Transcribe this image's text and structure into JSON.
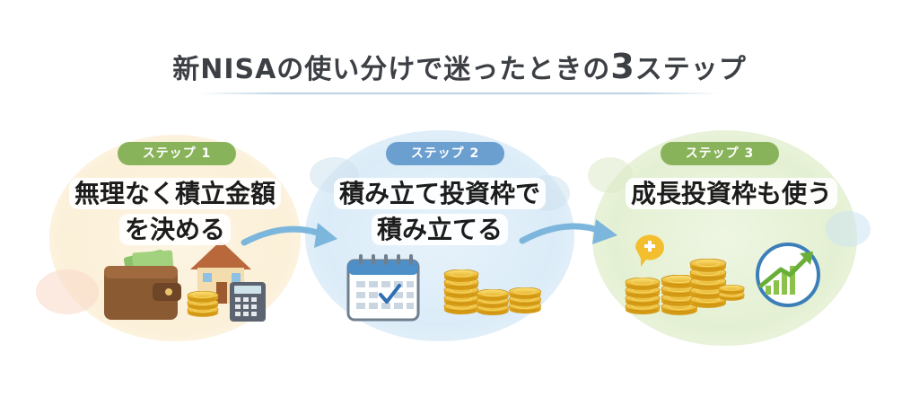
{
  "title": {
    "main": "新NISAの使い分けで迷ったときの",
    "number": "3",
    "suffix": "ステップ"
  },
  "steps": [
    {
      "badge": "ステップ 1",
      "line1": "無理なく積立金額",
      "line2": "を決める"
    },
    {
      "badge": "ステップ 2",
      "line1": "積み立て投資枠で",
      "line2": "積み立てる"
    },
    {
      "badge": "ステップ 3",
      "line1": "成長投資枠も使う",
      "line2": ""
    }
  ],
  "colors": {
    "green_badge": "#89b35a",
    "blue_badge": "#6b9fd0",
    "arrow": "#7db6dc",
    "coin": "#f2c530"
  },
  "icons": [
    "wallet-icon",
    "house-icon",
    "calculator-icon",
    "calendar-icon",
    "coin-stack-icon",
    "plus-bubble-icon",
    "growth-chart-icon"
  ]
}
